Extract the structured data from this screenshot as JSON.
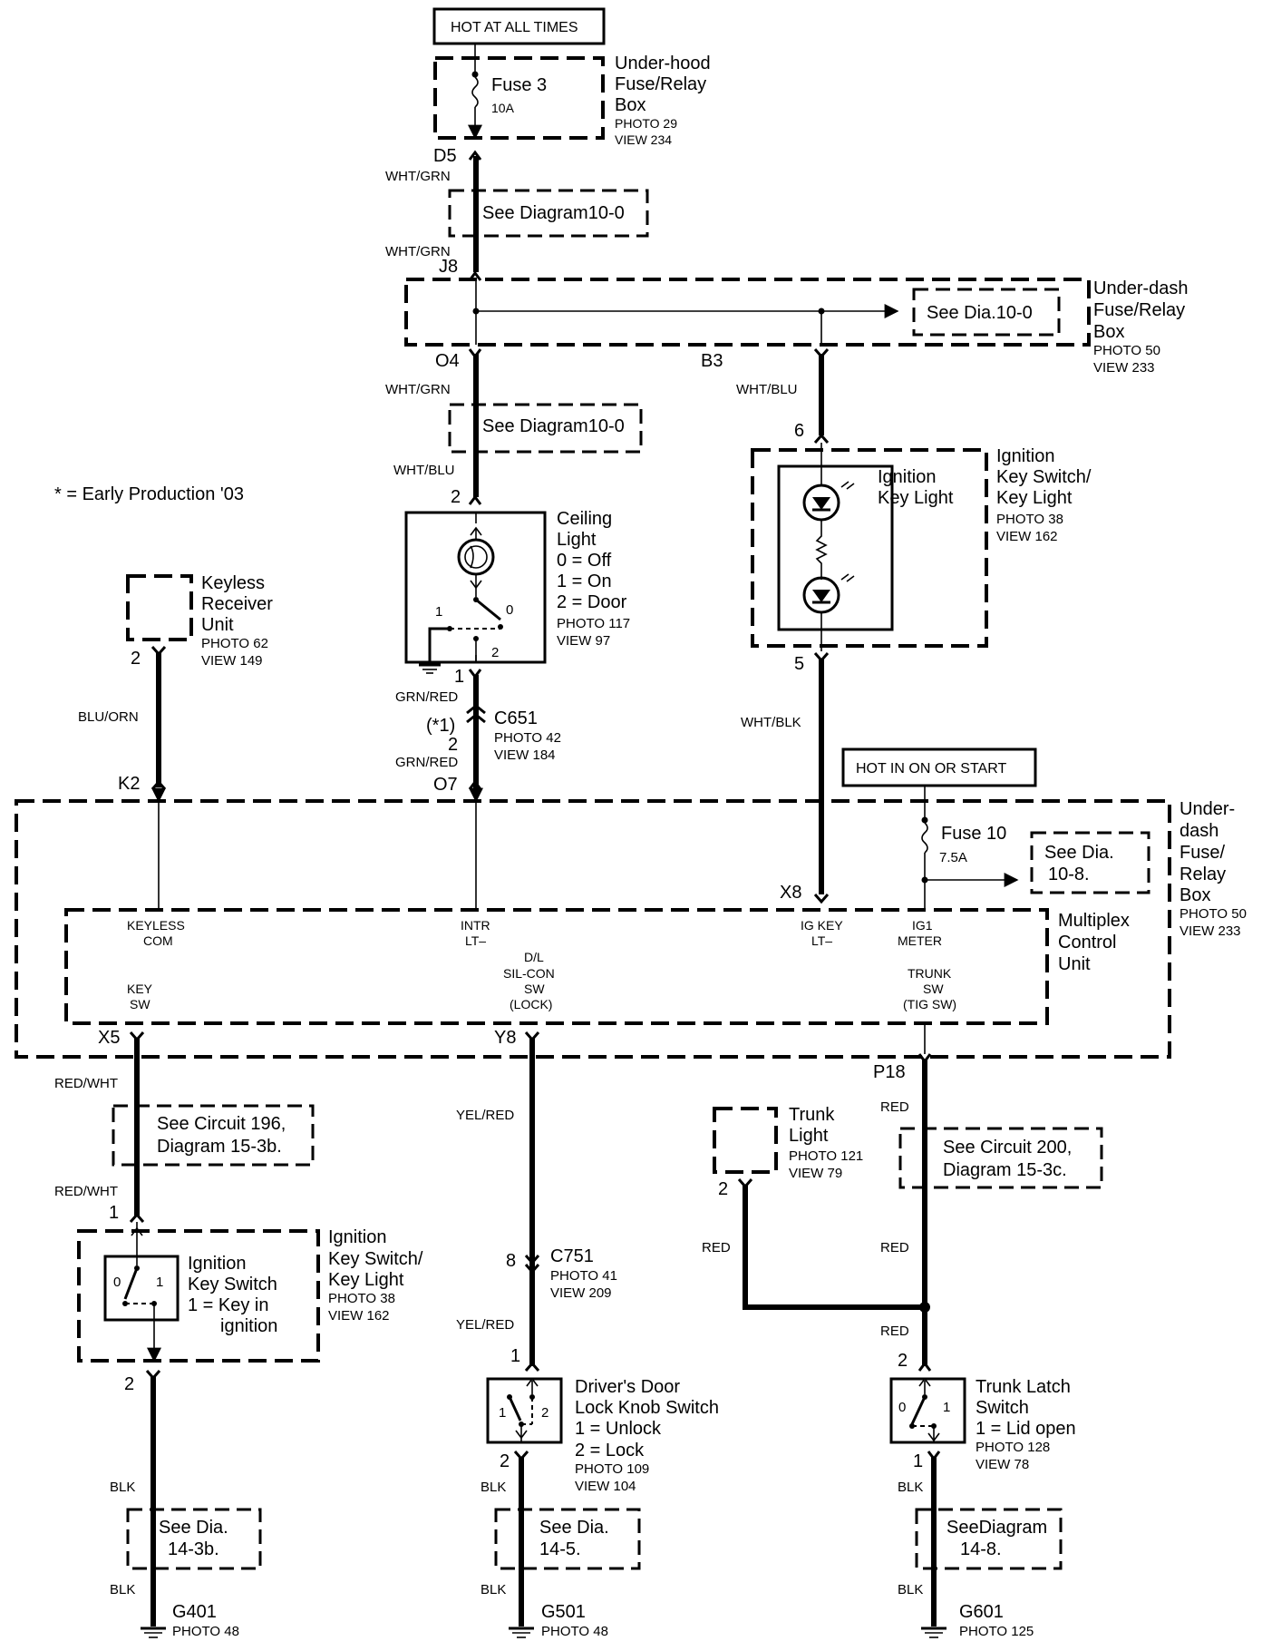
{
  "hot_at_all_times": "HOT AT ALL TIMES",
  "hot_in_on_or_start": "HOT IN ON OR START",
  "note": "* = Early Production '03",
  "underhood_box": {
    "l1": "Under-hood",
    "l2": "Fuse/Relay",
    "l3": "Box",
    "photo": "PHOTO 29",
    "view": "VIEW 234"
  },
  "fuse3": {
    "name": "Fuse 3",
    "amps": "10A"
  },
  "fuse10": {
    "name": "Fuse 10",
    "amps": "7.5A"
  },
  "underdash_box_top": {
    "l1": "Under-dash",
    "l2": "Fuse/Relay",
    "l3": "Box",
    "photo": "PHOTO 50",
    "view": "VIEW 233"
  },
  "underdash_box_mid": {
    "l1": "Under-",
    "l2": "dash",
    "l3": "Fuse/",
    "l4": "Relay",
    "l5": "Box",
    "photo": "PHOTO 50",
    "view": "VIEW 233"
  },
  "mcu": {
    "l1": "Multiplex",
    "l2": "Control",
    "l3": "Unit"
  },
  "pins": {
    "d5": "D5",
    "j8": "J8",
    "o4": "O4",
    "b3": "B3",
    "k2": "K2",
    "o7": "O7",
    "x8": "X8",
    "x5": "X5",
    "y8": "Y8",
    "p18": "P18",
    "kru2": "2",
    "cl2": "2",
    "cl1": "1",
    "c651_2": "2",
    "ikl6": "6",
    "ikl5": "5",
    "iks1": "1",
    "iks2": "2",
    "c751_8": "8",
    "dd1": "1",
    "dd2": "2",
    "tl2": "2",
    "tls2": "2",
    "tls1": "1",
    "c651_note": "(*1)"
  },
  "wires": {
    "wht_grn_1": "WHT/GRN",
    "wht_grn_2": "WHT/GRN",
    "wht_grn_3": "WHT/GRN",
    "wht_blu_1": "WHT/BLU",
    "wht_blu_2": "WHT/BLU",
    "blu_orn": "BLU/ORN",
    "grn_red_1": "GRN/RED",
    "grn_red_2": "GRN/RED",
    "wht_blk": "WHT/BLK",
    "red_wht_1": "RED/WHT",
    "red_wht_2": "RED/WHT",
    "yel_red_1": "YEL/RED",
    "yel_red_2": "YEL/RED",
    "red_1": "RED",
    "red_2": "RED",
    "red_3": "RED",
    "red_4": "RED",
    "blk_1": "BLK",
    "blk_2": "BLK",
    "blk_3": "BLK",
    "blk_4": "BLK",
    "blk_5": "BLK",
    "blk_6": "BLK"
  },
  "refs": {
    "see_diag_1": "See Diagram10-0",
    "see_diag_2": "See Diagram10-0",
    "see_dia_top": "See Dia.10-0",
    "see_dia_108_l1": "See Dia.",
    "see_dia_108_l2": "10-8.",
    "circuit196_l1": "See Circuit 196,",
    "circuit196_l2": "Diagram 15-3b.",
    "circuit200_l1": "See Circuit 200,",
    "circuit200_l2": "Diagram 15-3c.",
    "dia143b_l1": "See Dia.",
    "dia143b_l2": "14-3b.",
    "dia145_l1": "See Dia.",
    "dia145_l2": "14-5.",
    "dia148_l1": "SeeDiagram",
    "dia148_l2": "14-8."
  },
  "mcu_pins": {
    "keyless1": "KEYLESS",
    "keyless2": "COM",
    "intr1": "INTR",
    "intr2": "LT–",
    "igkey1": "IG KEY",
    "igkey2": "LT–",
    "ig1_1": "IG1",
    "ig1_2": "METER",
    "key1": "KEY",
    "key2": "SW",
    "dl1": "D/L",
    "dl2": "SIL-CON",
    "dl3": "SW",
    "dl4": "(LOCK)",
    "trunk1": "TRUNK",
    "trunk2": "SW",
    "trunk3": "(TIG SW)"
  },
  "keyless_receiver": {
    "l1": "Keyless",
    "l2": "Receiver",
    "l3": "Unit",
    "photo": "PHOTO 62",
    "view": "VIEW 149"
  },
  "ceiling_light": {
    "l1": "Ceiling",
    "l2": "Light",
    "l3": "0 = Off",
    "l4": "1 = On",
    "l5": "2 = Door",
    "photo": "PHOTO 117",
    "view": "VIEW 97",
    "p0": "0",
    "p1": "1",
    "p2": "2"
  },
  "c651": {
    "name": "C651",
    "photo": "PHOTO 42",
    "view": "VIEW 184"
  },
  "c751": {
    "name": "C751",
    "photo": "PHOTO 41",
    "view": "VIEW 209"
  },
  "ign_key_light": {
    "inner1": "Ignition",
    "inner2": "Key Light",
    "l1": "Ignition",
    "l2": "Key Switch/",
    "l3": "Key Light",
    "photo": "PHOTO 38",
    "view": "VIEW 162"
  },
  "ign_key_switch": {
    "inner1": "Ignition",
    "inner2": "Key Switch",
    "inner3": "1 = Key in",
    "inner4": "ignition",
    "l1": "Ignition",
    "l2": "Key Switch/",
    "l3": "Key Light",
    "photo": "PHOTO 38",
    "view": "VIEW 162",
    "p0": "0",
    "p1": "1"
  },
  "drivers_door": {
    "l1": "Driver's Door",
    "l2": "Lock Knob Switch",
    "l3": "1 =  Unlock",
    "l4": "2 =  Lock",
    "photo": "PHOTO 109",
    "view": "VIEW 104",
    "p1": "1",
    "p2": "2"
  },
  "trunk_light": {
    "l1": "Trunk",
    "l2": "Light",
    "photo": "PHOTO 121",
    "view": "VIEW 79"
  },
  "trunk_latch": {
    "l1": "Trunk Latch",
    "l2": "Switch",
    "l3": "1 = Lid open",
    "photo": "PHOTO 128",
    "view": "VIEW 78",
    "p0": "0",
    "p1": "1"
  },
  "grounds": {
    "g401": "G401",
    "g401_photo": "PHOTO 48",
    "g501": "G501",
    "g501_photo": "PHOTO 48",
    "g601": "G601",
    "g601_photo": "PHOTO 125"
  }
}
